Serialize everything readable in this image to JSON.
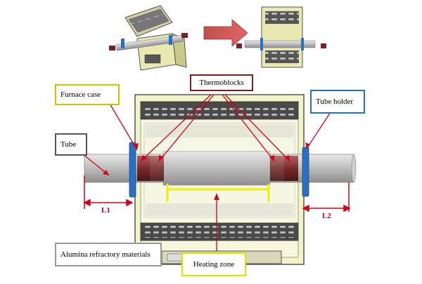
{
  "labels": {
    "thermoblocks": "Thermoblocks",
    "furnace_case": "Furnace case",
    "tube_holder": "Tube holder",
    "tube": "Tube",
    "alumina": "Alumina refractory materials",
    "heating_zone": "Heating zone",
    "l1": "L1",
    "l2": "L2"
  },
  "colors": {
    "thermoblocks_border": "#8b1a1a",
    "furnace_case_border": "#c8c400",
    "tube_holder_border": "#2a6fc0",
    "tube_border": "#555555",
    "alumina_border": "#999999",
    "heating_zone_border": "#e0e000",
    "case_fill": "#f3f3c8",
    "case_stroke": "#555555",
    "arrow_red": "#d0021b",
    "heating_line": "#f0f000",
    "block_dark": "#4a4a4a",
    "thermo_seg": "#8b3a3a",
    "holder_blue": "#2a6fc0"
  }
}
